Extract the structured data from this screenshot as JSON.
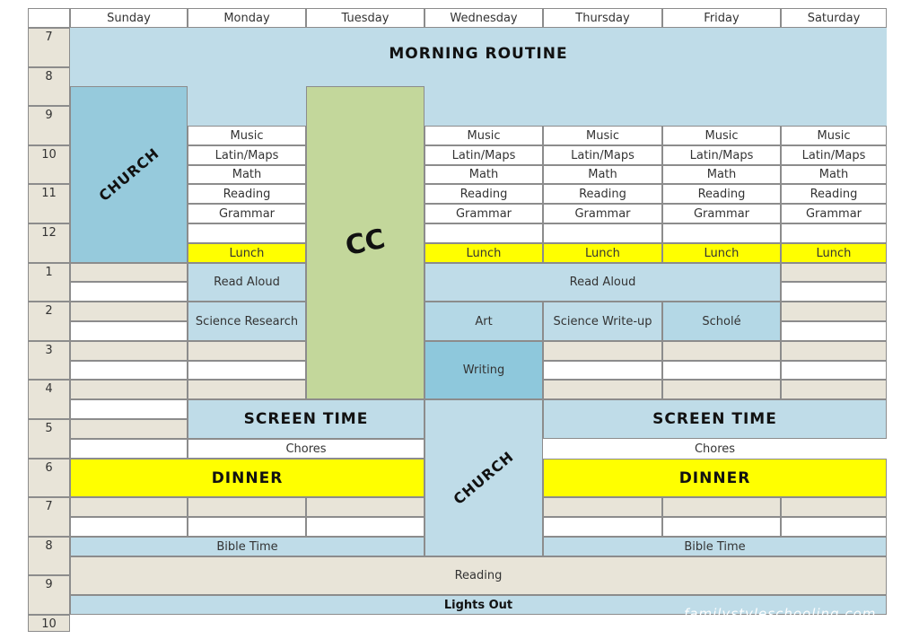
{
  "colors": {
    "grid_border": "#8c8c8c",
    "time_white": "#ffffff",
    "beige": "#e8e4d8",
    "light_blue": "#bfdce8",
    "church_blue": "#96cadc",
    "art_blue": "#b4d8e6",
    "writing_blue": "#8ec8dc",
    "cc_green": "#c3d79b",
    "yellow": "#ffff00",
    "white": "#ffffff"
  },
  "days": [
    "Sunday",
    "Monday",
    "Tuesday",
    "Wednesday",
    "Thursday",
    "Friday",
    "Saturday"
  ],
  "hour_labels": [
    "7",
    "8",
    "9",
    "10",
    "11",
    "12",
    "1",
    "2",
    "3",
    "4",
    "5",
    "6",
    "7",
    "8",
    "9",
    "10"
  ],
  "blocks": {
    "morning_routine": "MORNING ROUTINE",
    "church": "CHURCH",
    "cc": "CC",
    "music": "Music",
    "latin_maps": "Latin/Maps",
    "math": "Math",
    "reading": "Reading",
    "grammar": "Grammar",
    "lunch": "Lunch",
    "read_aloud": "Read Aloud",
    "science_research": "Science Research",
    "art": "Art",
    "science_write_up": "Science Write-up",
    "schole": "Scholé",
    "writing": "Writing",
    "screen_time": "SCREEN TIME",
    "chores": "Chores",
    "dinner": "DINNER",
    "bible_time": "Bible Time",
    "evening_reading": "Reading",
    "lights_out": "Lights Out"
  },
  "watermark": "familystyleschooling.com"
}
